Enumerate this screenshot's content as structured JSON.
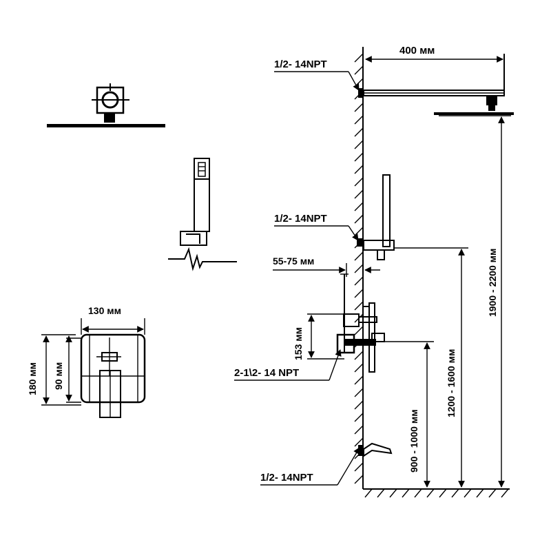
{
  "labels": {
    "top_dim": "400 мм",
    "npt_top": "1/2- 14NPT",
    "npt_mid": "1/2- 14NPT",
    "wall_gap": "55-75 мм",
    "mixer_height": "153 мм",
    "npt_mixer": "2-1\\2- 14 NPT",
    "npt_bottom": "1/2- 14NPT",
    "width_box": "130 мм",
    "h_180": "180 мм",
    "h_90": "90 мм",
    "h_900_1000": "900 - 1000 мм",
    "h_1200_1600": "1200 - 1600 мм",
    "h_1900_2200": "1900 - 2200 мм"
  }
}
